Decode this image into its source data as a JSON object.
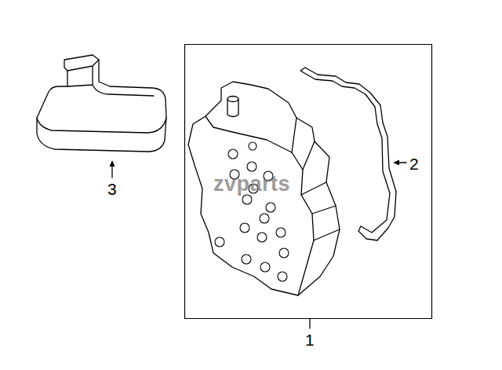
{
  "diagram": {
    "labels": [
      "3",
      "2",
      "1",
      "zvparts"
    ]
  }
}
